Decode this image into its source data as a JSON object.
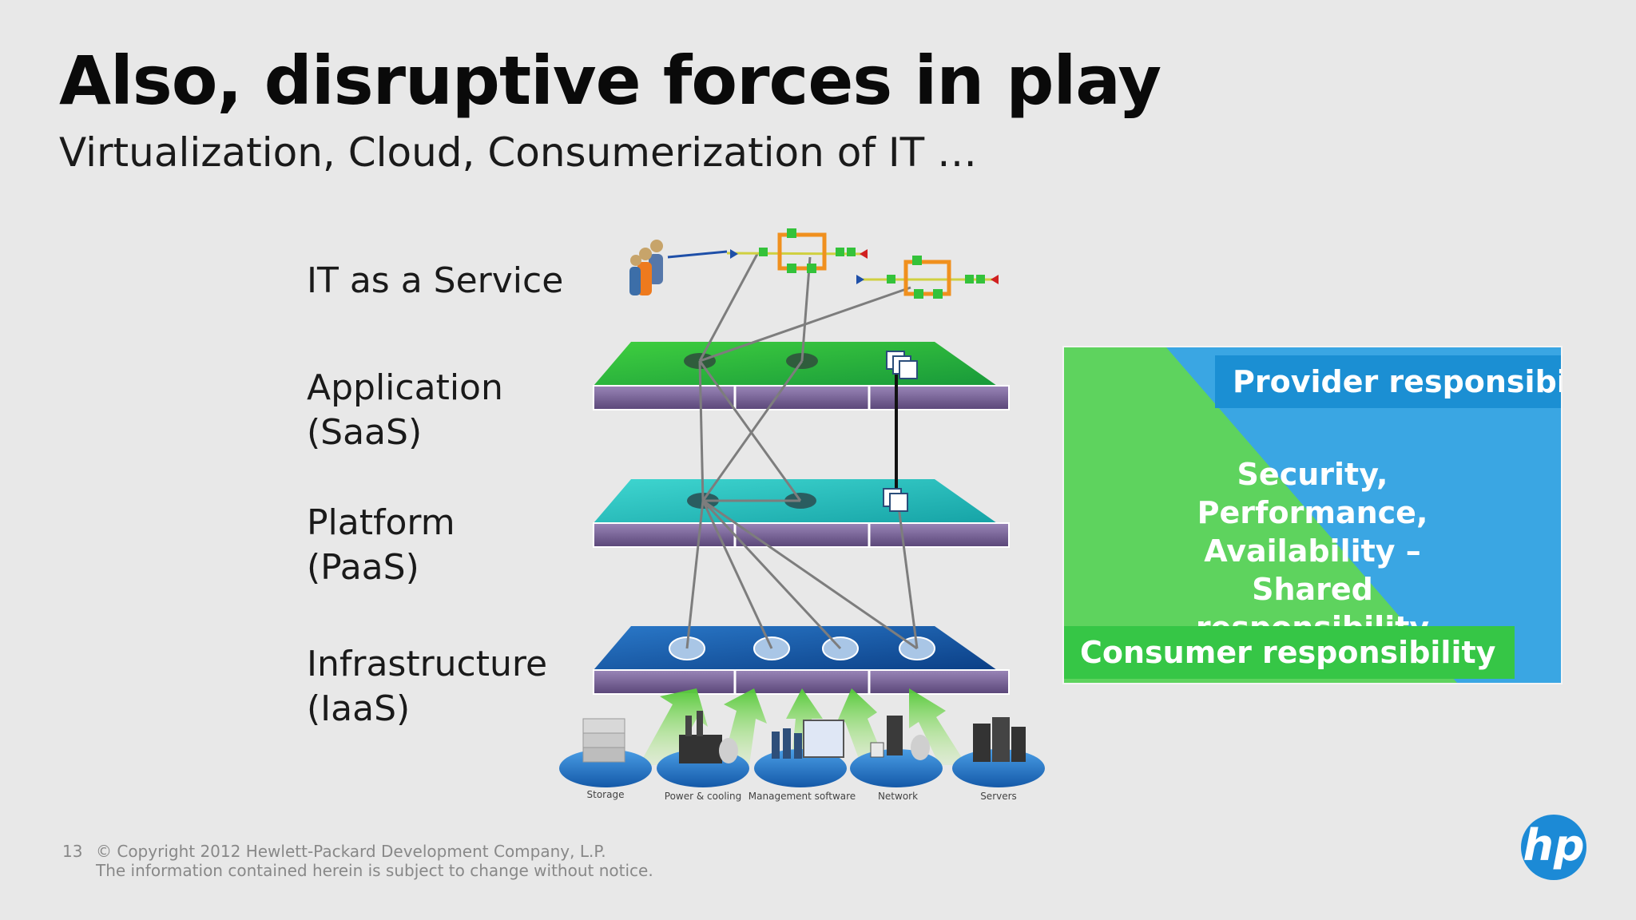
{
  "title": "Also, disruptive forces in play",
  "subtitle": "Virtualization, Cloud, Consumerization of IT …",
  "layers": {
    "itaas": "IT as a Service",
    "saas_line1": "Application",
    "saas_line2": "(SaaS)",
    "paas_line1": "Platform",
    "paas_line2": "(PaaS)",
    "iaas_line1": "Infrastructure",
    "iaas_line2": "(IaaS)"
  },
  "resources": {
    "storage": "Storage",
    "power": "Power & cooling",
    "mgmt": "Management software",
    "network": "Network",
    "servers": "Servers"
  },
  "responsibility": {
    "provider": "Provider responsibility",
    "shared": "Security, Performance, Availability – Shared responsibility",
    "consumer": "Consumer responsibility",
    "provider_color": "#3aa6e3",
    "consumer_color": "#5ed35e"
  },
  "footer": {
    "page_number": "13",
    "copyright": "© Copyright 2012 Hewlett-Packard Development Company, L.P.",
    "notice": "The information contained herein is subject to change without notice."
  },
  "logo": {
    "text": "hp"
  }
}
